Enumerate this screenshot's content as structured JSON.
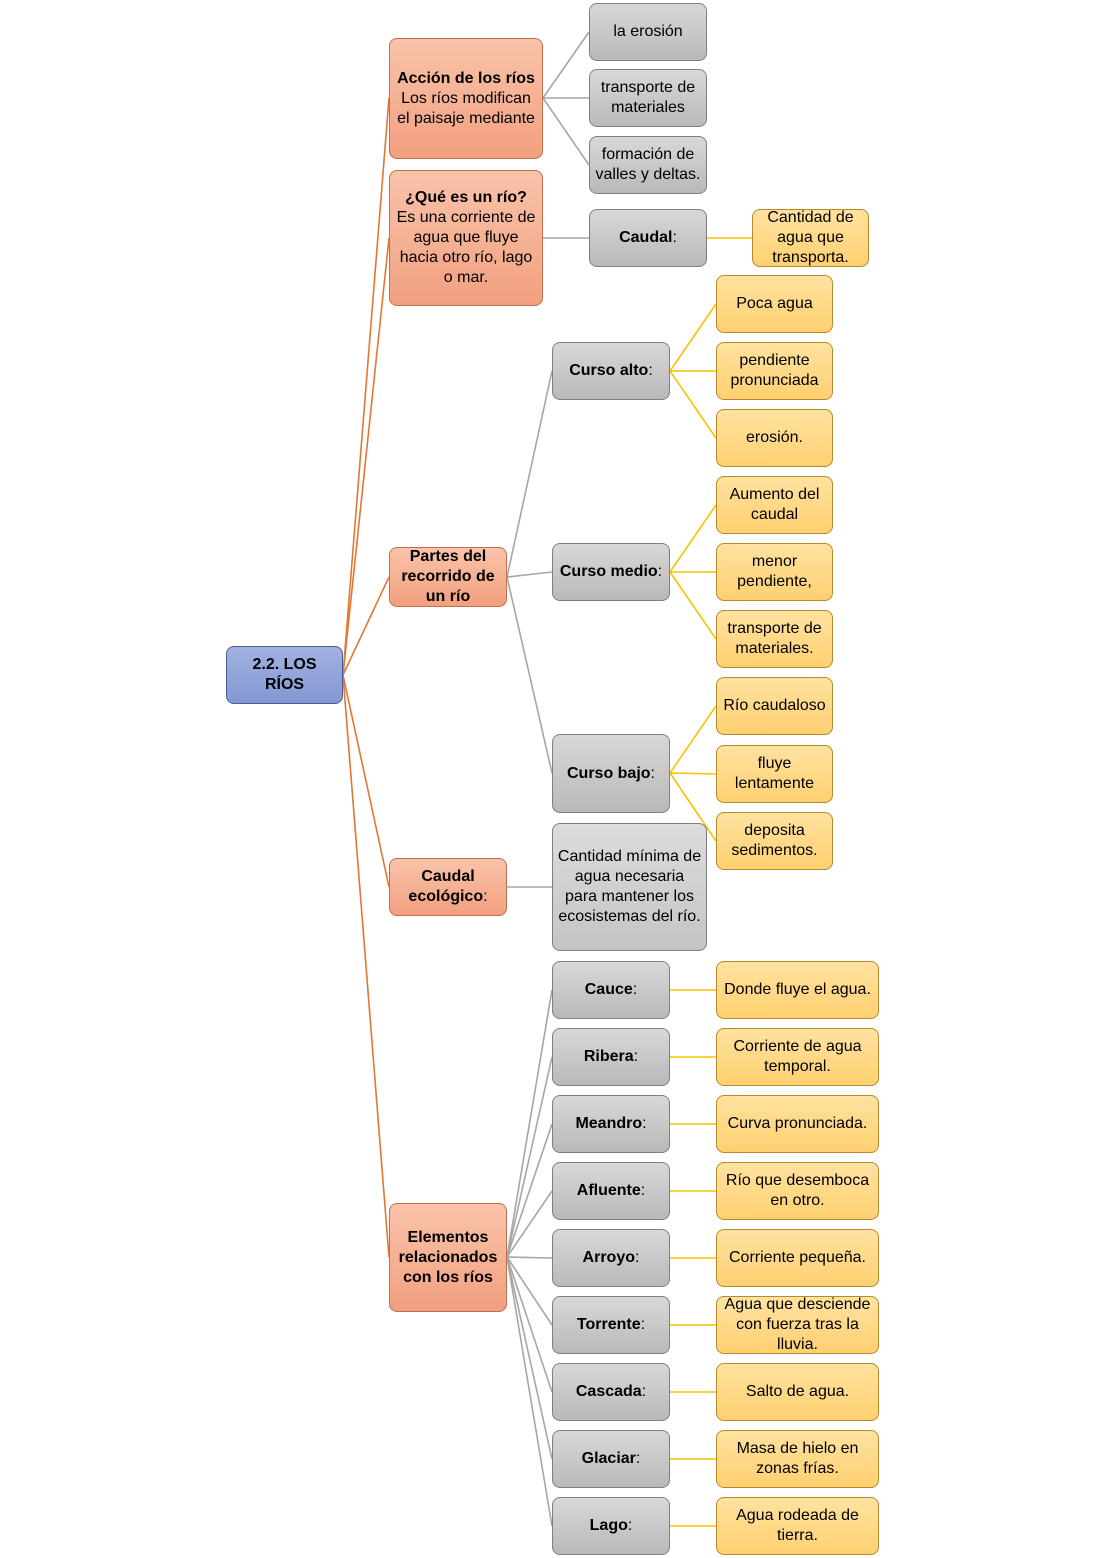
{
  "root": {
    "label": "2.2. LOS RÍOS"
  },
  "accion": {
    "title": "Acción de los ríos",
    "text": "Los ríos modifican el paisaje mediante",
    "items": [
      "la erosión",
      "transporte de materiales",
      "formación de valles y deltas."
    ]
  },
  "que_es": {
    "title": "¿Qué es un río?",
    "text": "Es una corriente de agua que fluye hacia otro río, lago o mar.",
    "caudal": {
      "term": "Caudal",
      "desc": "Cantidad de agua que transporta."
    }
  },
  "partes": {
    "title": "Partes del recorrido de un río",
    "cursos": [
      {
        "term": "Curso alto",
        "items": [
          "Poca agua",
          "pendiente pronunciada",
          "erosión."
        ]
      },
      {
        "term": "Curso medio",
        "items": [
          "Aumento del caudal",
          "menor pendiente,",
          "transporte de materiales."
        ]
      },
      {
        "term": "Curso bajo",
        "items": [
          "Río caudaloso",
          "fluye lentamente",
          "deposita sedimentos."
        ]
      }
    ]
  },
  "caudal_ecologico": {
    "title": "Caudal ecológico",
    "desc": "Cantidad mínima de agua necesaria para mantener los ecosistemas del río."
  },
  "elementos": {
    "title": "Elementos relacionados con los ríos",
    "items": [
      {
        "term": "Cauce",
        "desc": "Donde fluye el agua."
      },
      {
        "term": "Ribera",
        "desc": "Corriente de agua temporal."
      },
      {
        "term": "Meandro",
        "desc": "Curva pronunciada."
      },
      {
        "term": "Afluente",
        "desc": "Río que desemboca en otro."
      },
      {
        "term": "Arroyo",
        "desc": "Corriente pequeña."
      },
      {
        "term": "Torrente",
        "desc": "Agua que desciende con fuerza tras la lluvia."
      },
      {
        "term": "Cascada",
        "desc": "Salto de agua."
      },
      {
        "term": "Glaciar",
        "desc": "Masa de hielo en zonas frías."
      },
      {
        "term": "Lago",
        "desc": "Agua rodeada de tierra."
      }
    ]
  },
  "colors": {
    "orange_line": "#e27733",
    "gray_line": "#a6a6a6",
    "yellow_line": "#f5c400"
  }
}
